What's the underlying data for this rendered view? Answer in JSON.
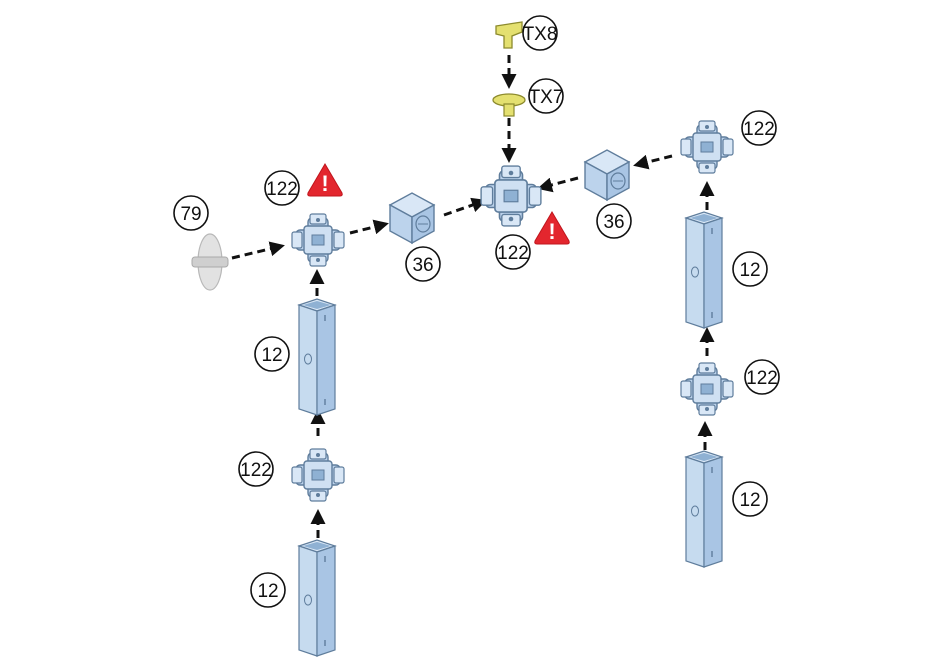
{
  "diagram": {
    "part_labels": {
      "tx8": "TX8",
      "tx7": "TX7",
      "hub_center": "122",
      "hub_left_top": "122",
      "hub_left_bottom": "122",
      "hub_right_top": "122",
      "hub_right_middle": "122",
      "connector_left": "36",
      "connector_right": "36",
      "panel_left": "79",
      "tube_left_upper": "12",
      "tube_left_lower": "12",
      "tube_right_upper": "12",
      "tube_right_lower": "12"
    },
    "warning_symbol": "!",
    "colors": {
      "part_blue": "#bcd3ec",
      "part_outline": "#5f7d9c",
      "fastener_yellow": "#e4e070",
      "warning_red": "#e3262e",
      "panel_grey": "#dadada",
      "arrow": "#111111"
    }
  }
}
